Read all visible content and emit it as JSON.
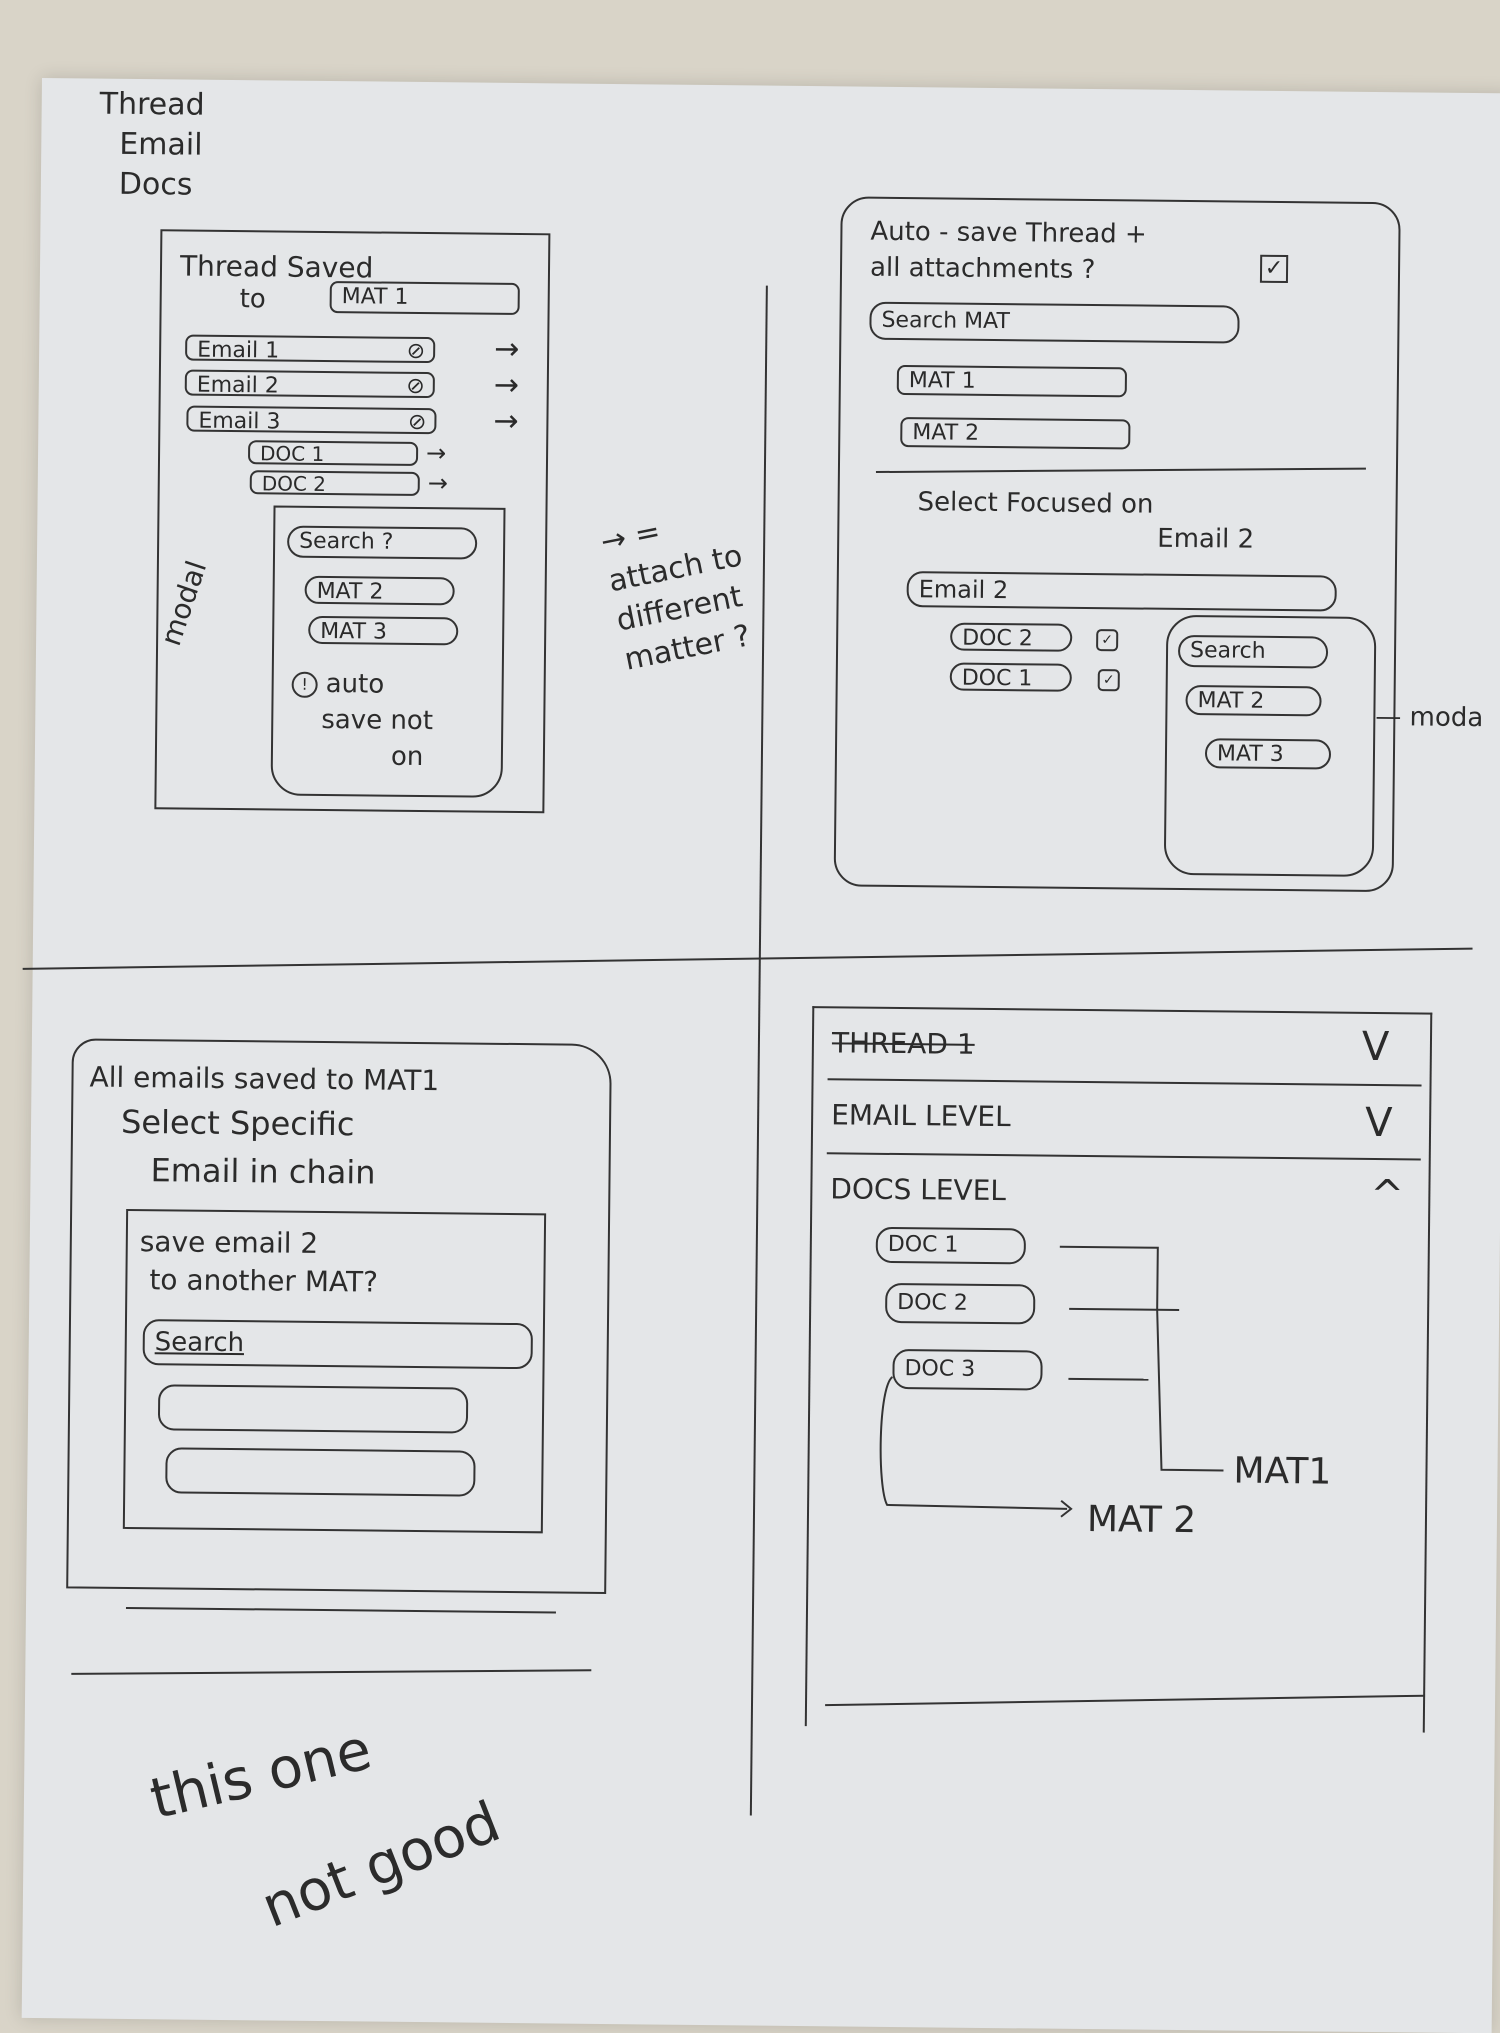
{
  "corner_note": [
    "Thread",
    "Email",
    "Docs"
  ],
  "sketch1": {
    "title_line1": "Thread Saved",
    "title_line2": "to",
    "matter": "MAT 1",
    "emails": [
      "Email 1",
      "Email 2",
      "Email 3"
    ],
    "docs": [
      "DOC 1",
      "DOC 2"
    ],
    "modal_label": "modal",
    "modal": {
      "search": "Search ?",
      "items": [
        "MAT 2",
        "MAT 3"
      ],
      "warning_icon": "!",
      "warning_lines": [
        "auto",
        "save not",
        "on"
      ]
    },
    "arrow_glyph": "→"
  },
  "side_note": [
    "→ =",
    "attach to",
    "different",
    "matter ?"
  ],
  "sketch2": {
    "question_line1": "Auto - save Thread +",
    "question_line2": "all attachments ?",
    "search": "Search MAT",
    "items": [
      "MAT 1",
      "MAT 2"
    ],
    "focus_line1": "Select Focused on",
    "focus_line2": "Email 2",
    "email": "Email 2",
    "docs": [
      "DOC 2",
      "DOC 1"
    ],
    "modal": {
      "search": "Search",
      "items": [
        "MAT 2",
        "MAT 3"
      ]
    },
    "modal_label": "— moda"
  },
  "sketch3": {
    "lines": [
      "All emails saved to MAT1",
      "Select Specific",
      "Email in chain"
    ],
    "dialog_line1": "save email 2",
    "dialog_line2": "to another MAT?",
    "search": "Search",
    "verdict_line1": "this one",
    "verdict_line2": "not good"
  },
  "sketch4": {
    "sections": [
      {
        "label": "THREAD 1",
        "chevron": "V"
      },
      {
        "label": "EMAIL LEVEL",
        "chevron": "V"
      },
      {
        "label": "DOCS LEVEL",
        "chevron": "^"
      }
    ],
    "docs": [
      "DOC 1",
      "DOC 2",
      "DOC 3"
    ],
    "target1": "MAT1",
    "target2": "MAT 2"
  }
}
